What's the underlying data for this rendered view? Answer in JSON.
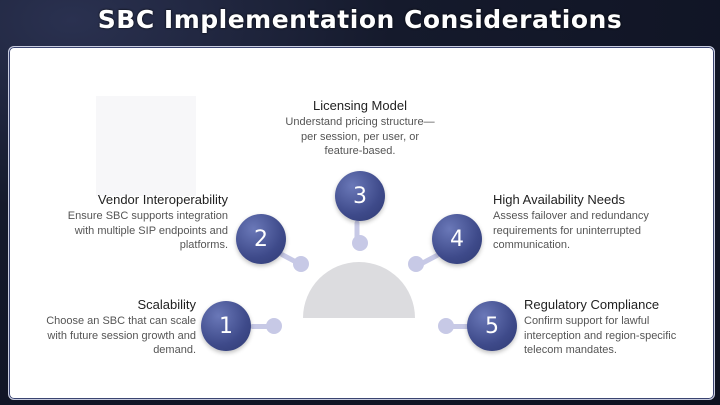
{
  "title": "SBC Implementation Considerations",
  "items": [
    {
      "number": "1",
      "heading": "Scalability",
      "desc": "Choose an SBC that can scale with future session growth and demand."
    },
    {
      "number": "2",
      "heading": "Vendor Interoperability",
      "desc": "Ensure SBC supports integration with multiple SIP endpoints and platforms."
    },
    {
      "number": "3",
      "heading": "Licensing Model",
      "desc": "Understand pricing structure—per session, per user, or feature-based."
    },
    {
      "number": "4",
      "heading": "High Availability Needs",
      "desc": "Assess failover and redundancy requirements for uninterrupted communication."
    },
    {
      "number": "5",
      "heading": "Regulatory Compliance",
      "desc": "Confirm support for lawful interception and region-specific telecom mandates."
    }
  ],
  "colors": {
    "circle": "#3e4a8a",
    "connector": "#c7c9e6",
    "hub": "#dcdcdf"
  }
}
